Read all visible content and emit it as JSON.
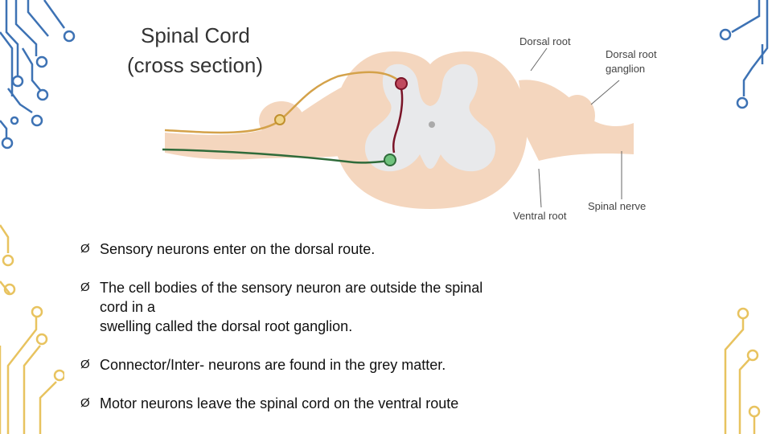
{
  "diagram": {
    "title_line1": "Spinal Cord",
    "title_line2": "(cross section)",
    "labels": {
      "dorsal_root": "Dorsal root",
      "drg_line1": "Dorsal root",
      "drg_line2": "ganglion",
      "ventral_root": "Ventral root",
      "spinal_nerve": "Spinal nerve"
    }
  },
  "bullets": [
    {
      "lines": [
        "Sensory neurons enter on the dorsal route."
      ]
    },
    {
      "lines": [
        "The cell bodies of the sensory neuron are outside the spinal",
        "cord in a",
        "swelling called the dorsal root ganglion."
      ]
    },
    {
      "lines": [
        "Connector/Inter- neurons are found in the grey matter."
      ]
    },
    {
      "lines": [
        "Motor neurons leave the spinal cord on the ventral route"
      ]
    }
  ],
  "bullet_marker": "Ø",
  "colors": {
    "circuit_blue": "#3d72b4",
    "circuit_gold": "#e8c35f",
    "white_matter": "#f4d6be",
    "grey_matter": "#e8e9eb",
    "sensory_neuron": "#d4a24a",
    "motor_neuron": "#2f6b3a",
    "interneuron": "#7a1428"
  }
}
